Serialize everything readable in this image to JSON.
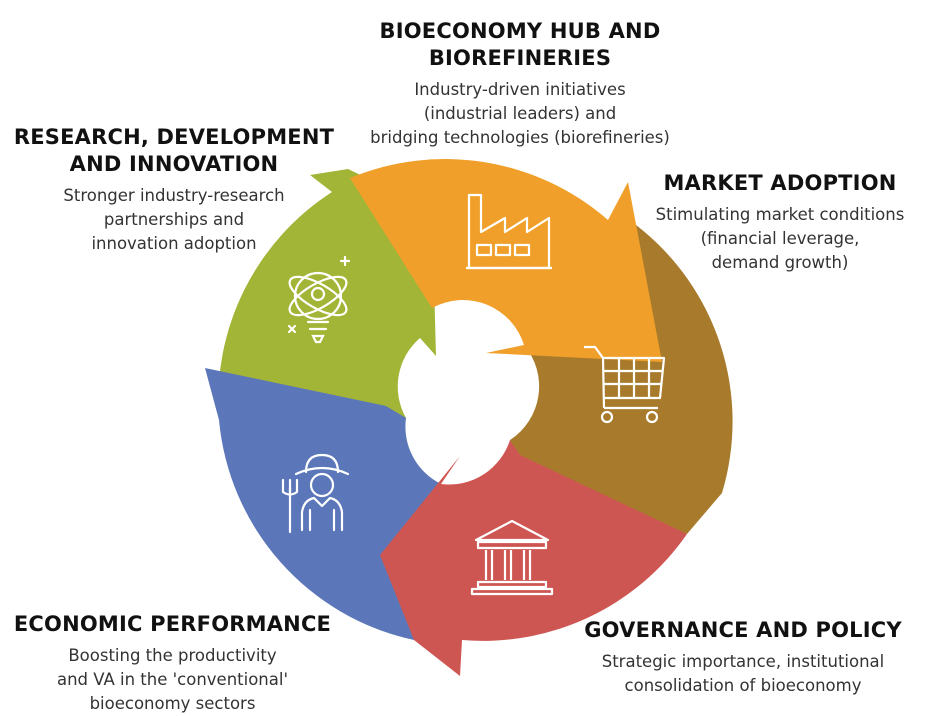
{
  "stages": [
    {
      "key": "hub",
      "heading": [
        "BIOECONOMY HUB AND",
        "BIOREFINERIES"
      ],
      "description": [
        "Industry-driven initiatives",
        "(industrial leaders) and",
        "bridging technologies (biorefineries)"
      ],
      "icon": "factory-icon",
      "color": "#F0A02A"
    },
    {
      "key": "market",
      "heading": [
        "MARKET ADOPTION"
      ],
      "description": [
        "Stimulating market conditions",
        "(financial leverage,",
        "demand growth)"
      ],
      "icon": "shopping-cart-icon",
      "color": "#A87B2C"
    },
    {
      "key": "governance",
      "heading": [
        "GOVERNANCE AND POLICY"
      ],
      "description": [
        "Strategic importance, institutional",
        "consolidation of bioeconomy"
      ],
      "icon": "government-building-icon",
      "color": "#CE5652"
    },
    {
      "key": "economic",
      "heading": [
        "ECONOMIC PERFORMANCE"
      ],
      "description": [
        "Boosting the productivity",
        "and VA in the 'conventional'",
        "bioeconomy sectors"
      ],
      "icon": "farmer-icon",
      "color": "#5B77BA"
    },
    {
      "key": "research",
      "heading": [
        "RESEARCH, DEVELOPMENT",
        "AND INNOVATION"
      ],
      "description": [
        "Stronger industry-research",
        "partnerships and",
        "innovation adoption"
      ],
      "icon": "innovation-lightbulb-icon",
      "color": "#A2B536"
    }
  ]
}
